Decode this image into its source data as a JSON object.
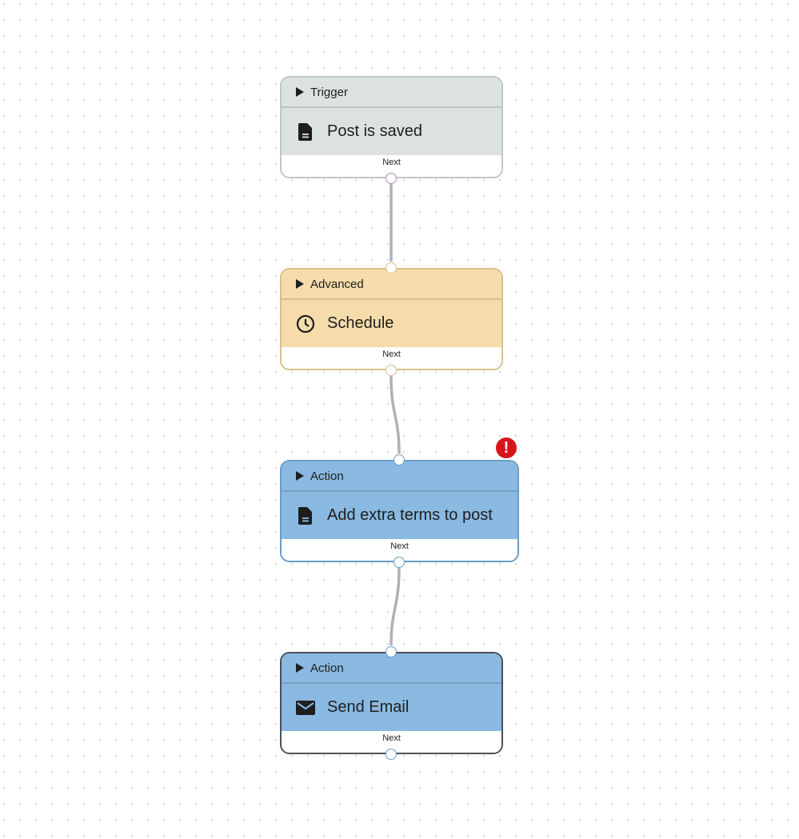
{
  "colors": {
    "trigger": "#dce3df",
    "advanced": "#f6dcaa",
    "action": "#8ab9e2",
    "error": "#d7141a",
    "link": "#b0b0b6"
  },
  "nodes": [
    {
      "category": "Trigger",
      "title": "Post is saved",
      "icon": "document-icon",
      "footer": "Next"
    },
    {
      "category": "Advanced",
      "title": "Schedule",
      "icon": "clock-icon",
      "footer": "Next"
    },
    {
      "category": "Action",
      "title": "Add extra terms to post",
      "icon": "document-icon",
      "footer": "Next",
      "error": "!"
    },
    {
      "category": "Action",
      "title": "Send Email",
      "icon": "envelope-icon",
      "footer": "Next",
      "selected": true
    }
  ]
}
